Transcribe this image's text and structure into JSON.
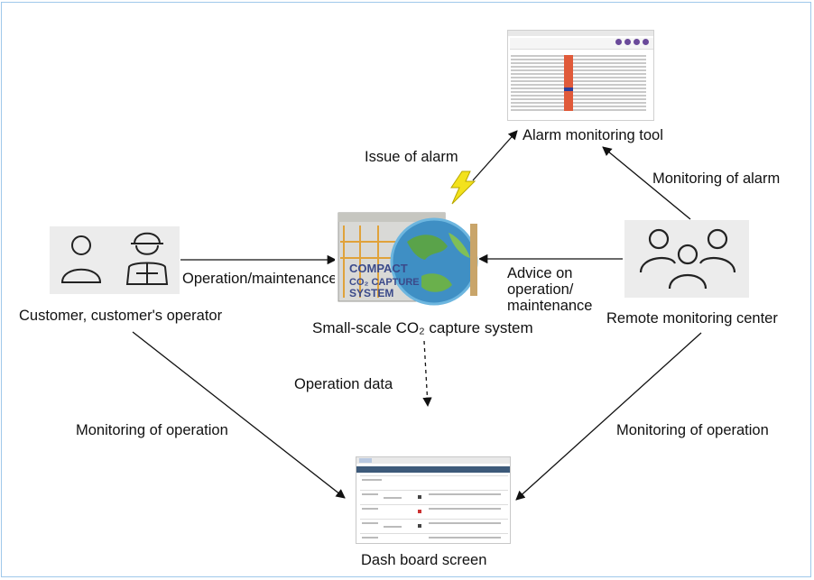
{
  "nodes": {
    "alarm_tool": "Alarm monitoring tool",
    "customer": "Customer, customer's operator",
    "system": "Small-scale CO₂ capture system",
    "remote_center": "Remote monitoring center",
    "dashboard": "Dash board screen"
  },
  "edges": {
    "issue_alarm": "Issue of alarm",
    "monitoring_alarm": "Monitoring of alarm",
    "operation_maintenance": "Operation/maintenance",
    "advice": [
      "Advice on",
      "operation/",
      "maintenance"
    ],
    "operation_data": "Operation data",
    "monitoring_operation_left": "Monitoring of operation",
    "monitoring_operation_right": "Monitoring of operation"
  },
  "system_image_text": [
    "COMPACT",
    "CO₂ CAPTURE",
    "SYSTEM"
  ],
  "colors": {
    "frame": "#9fc8ea",
    "lightning": "#f3e21c",
    "icon_box": "#ececec",
    "alarm_highlight": "#e05a3a"
  }
}
